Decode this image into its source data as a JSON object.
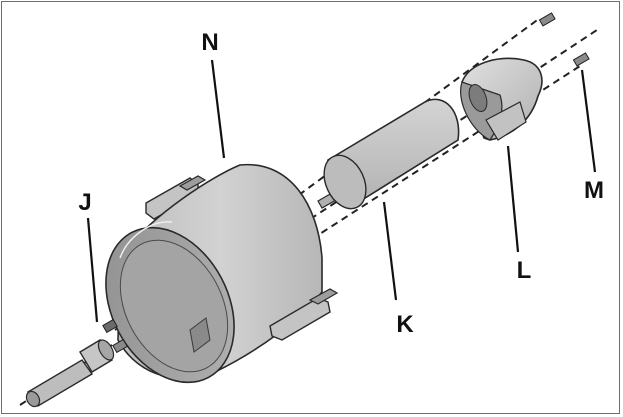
{
  "labels": {
    "N": "N",
    "J": "J",
    "K": "K",
    "L": "L",
    "M": "M"
  },
  "colors": {
    "part_fill": "#c9c9c9",
    "part_shade": "#a9a9a9",
    "part_dark": "#8c8c8c",
    "outline": "#2a2a2a",
    "frame_border": "#6e6e6e"
  }
}
